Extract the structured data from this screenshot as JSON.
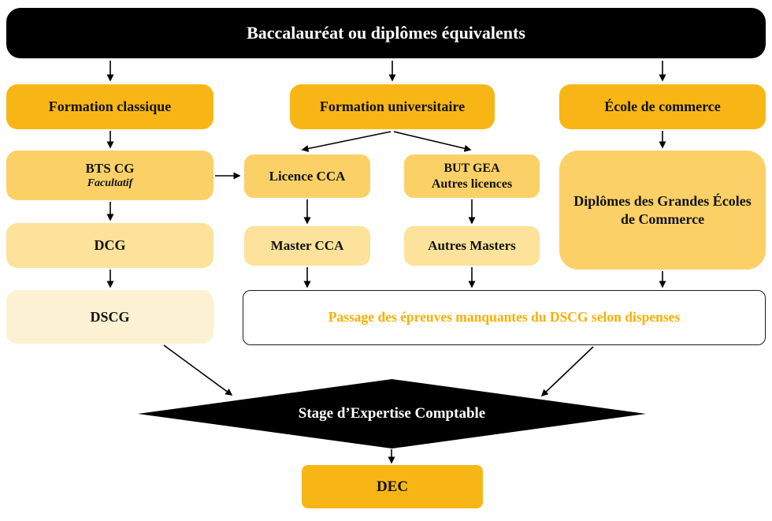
{
  "colors": {
    "black": "#000000",
    "white": "#FFFFFF",
    "gold": "#F8B616",
    "gold_light": "#FBD167",
    "gold_lighter": "#FCE29A",
    "gold_lightest": "#FDF1D3",
    "passage_text": "#F9AF00"
  },
  "nodes": {
    "bac": {
      "label": "Baccalauréat ou diplômes équivalents"
    },
    "formation_classique": {
      "label": "Formation classique"
    },
    "formation_universitaire": {
      "label": "Formation universitaire"
    },
    "ecole_commerce": {
      "label": "École de commerce"
    },
    "bts_cg": {
      "label": "BTS CG",
      "sublabel": "Facultatif"
    },
    "licence_cca": {
      "label": "Licence CCA"
    },
    "but_gea": {
      "label": "BUT GEA",
      "label2": "Autres licences"
    },
    "grandes_ecoles": {
      "label": "Diplômes des Grandes Écoles de Commerce"
    },
    "dcg": {
      "label": "DCG"
    },
    "master_cca": {
      "label": "Master CCA"
    },
    "autres_masters": {
      "label": "Autres Masters"
    },
    "dscg": {
      "label": "DSCG"
    },
    "passage_dscg": {
      "label": "Passage des épreuves manquantes du DSCG selon dispenses"
    },
    "stage": {
      "label": "Stage d’Expertise Comptable"
    },
    "dec": {
      "label": "DEC"
    }
  },
  "edges": [
    {
      "from": "bac",
      "to": "formation_classique"
    },
    {
      "from": "bac",
      "to": "formation_universitaire"
    },
    {
      "from": "bac",
      "to": "ecole_commerce"
    },
    {
      "from": "formation_classique",
      "to": "bts_cg"
    },
    {
      "from": "formation_universitaire",
      "to": "licence_cca"
    },
    {
      "from": "formation_universitaire",
      "to": "but_gea"
    },
    {
      "from": "ecole_commerce",
      "to": "grandes_ecoles"
    },
    {
      "from": "bts_cg",
      "to": "licence_cca"
    },
    {
      "from": "bts_cg",
      "to": "dcg"
    },
    {
      "from": "dcg",
      "to": "dscg"
    },
    {
      "from": "licence_cca",
      "to": "master_cca"
    },
    {
      "from": "but_gea",
      "to": "autres_masters"
    },
    {
      "from": "master_cca",
      "to": "passage_dscg"
    },
    {
      "from": "autres_masters",
      "to": "passage_dscg"
    },
    {
      "from": "grandes_ecoles",
      "to": "passage_dscg"
    },
    {
      "from": "dscg",
      "to": "stage"
    },
    {
      "from": "passage_dscg",
      "to": "stage"
    },
    {
      "from": "stage",
      "to": "dec"
    }
  ]
}
